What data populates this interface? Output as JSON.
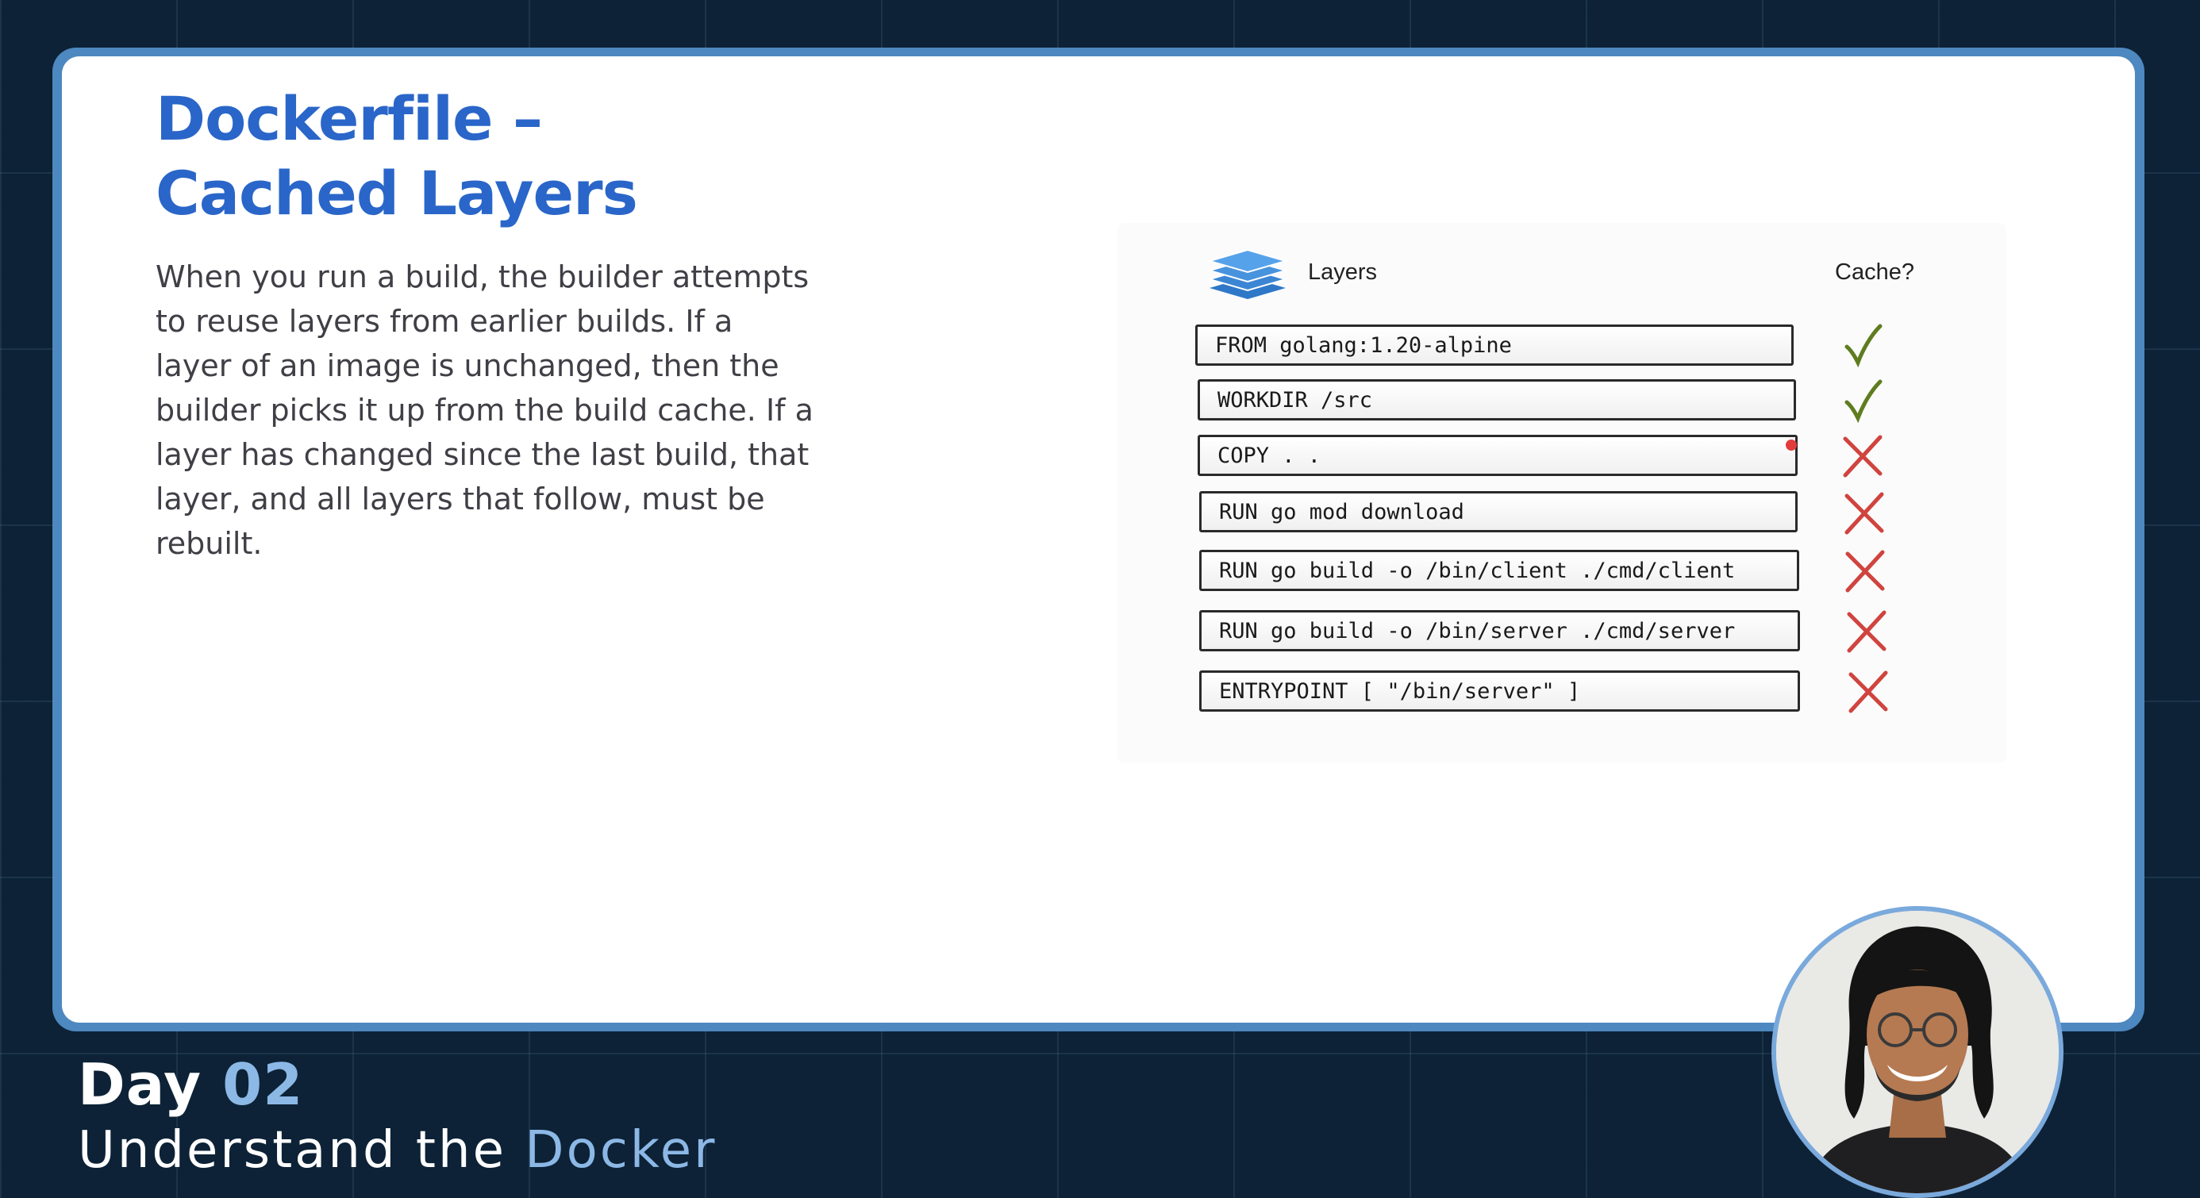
{
  "slide": {
    "title_line1": "Dockerfile –",
    "title_line2": "Cached Layers",
    "body": "When you run a build, the builder attempts to reuse layers from earlier builds. If a layer of an image is unchanged, then the builder picks it up from the build cache. If a layer has changed since the last build, that layer, and all layers that follow, must be rebuilt."
  },
  "diagram": {
    "layers_label": "Layers",
    "cache_label": "Cache?",
    "icon": "stacked-layers-icon",
    "rows": [
      {
        "instruction": "FROM golang:1.20-alpine",
        "cached": true
      },
      {
        "instruction": "WORKDIR /src",
        "cached": true
      },
      {
        "instruction": "COPY . .",
        "cached": false
      },
      {
        "instruction": "RUN go mod download",
        "cached": false
      },
      {
        "instruction": "RUN go build -o /bin/client ./cmd/client",
        "cached": false
      },
      {
        "instruction": "RUN go build -o /bin/server ./cmd/server",
        "cached": false
      },
      {
        "instruction": "ENTRYPOINT [ \"/bin/server\" ]",
        "cached": false
      }
    ]
  },
  "footer": {
    "day_label": "Day",
    "day_number": "02",
    "subtitle_main": "Understand the",
    "subtitle_accent": "Docker"
  },
  "colors": {
    "title": "#2a66c9",
    "accent": "#8cb8e6",
    "check": "#5e7d1f",
    "cross": "#d0443f",
    "background": "#0d2236"
  }
}
